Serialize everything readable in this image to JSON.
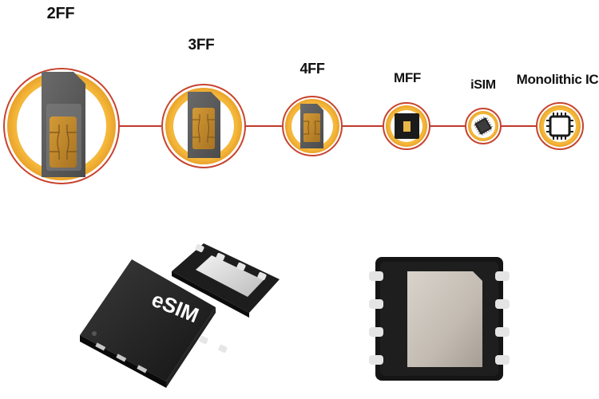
{
  "labels": {
    "ff2": "2FF",
    "ff3": "3FF",
    "ff4": "4FF",
    "mff": "MFF",
    "isim": "iSIM",
    "monolithic": "Monolithic IC"
  },
  "chip": {
    "brand": "eSIM"
  },
  "colors": {
    "ring_yellow": "#F4B73A",
    "ring_red": "#C8432E",
    "connector": "#C0392B",
    "card_gray": "#5a5a5a",
    "contact_gold": "#C28A2A",
    "chip_black": "#1b1b1b"
  }
}
